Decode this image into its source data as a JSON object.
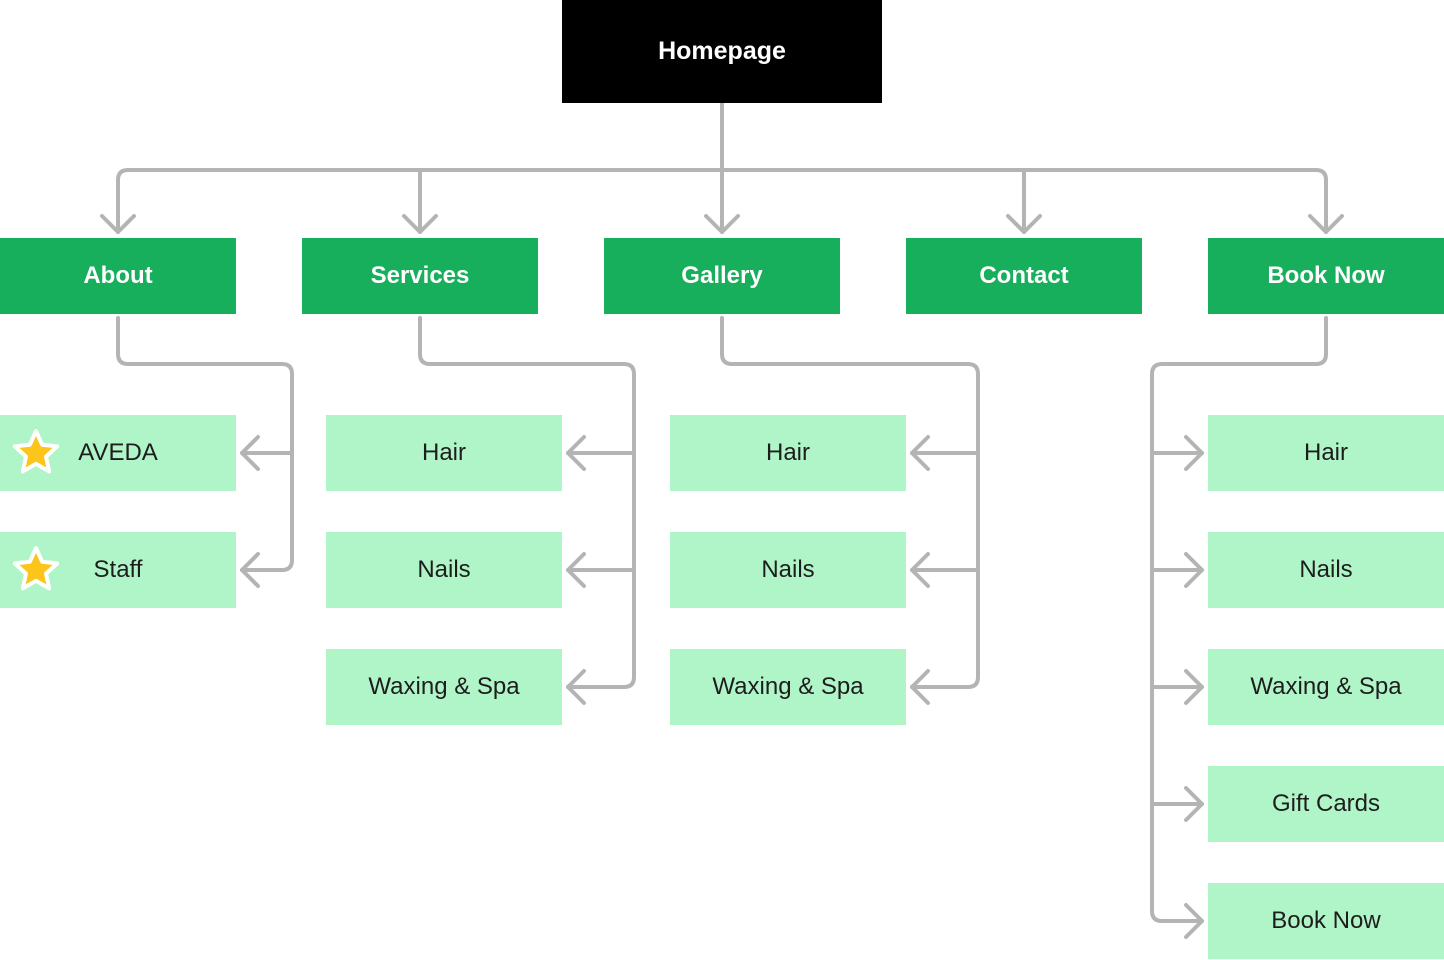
{
  "root": {
    "label": "Homepage"
  },
  "sections": [
    {
      "label": "About",
      "children": [
        "AVEDA",
        "Staff"
      ]
    },
    {
      "label": "Services",
      "children": [
        "Hair",
        "Nails",
        "Waxing & Spa"
      ]
    },
    {
      "label": "Gallery",
      "children": [
        "Hair",
        "Nails",
        "Waxing & Spa"
      ]
    },
    {
      "label": "Contact",
      "children": []
    },
    {
      "label": "Book Now",
      "children": [
        "Hair",
        "Nails",
        "Waxing & Spa",
        "Gift Cards",
        "Book Now"
      ]
    }
  ],
  "colors": {
    "root_bg": "#000000",
    "section_bg": "#17ae5c",
    "page_bg": "#b0f5c8",
    "connector": "#b4b4b4",
    "star": "#fbc51b"
  },
  "icons": {
    "about_children": "star-icon"
  }
}
